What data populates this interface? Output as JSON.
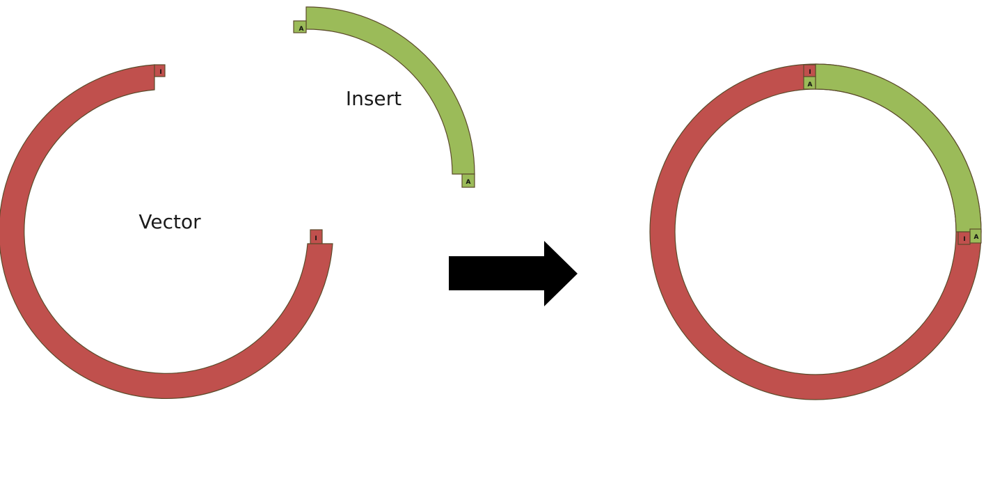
{
  "labels": {
    "vector": "Vector",
    "insert": "Insert"
  },
  "end_marks": {
    "vector_end": "I",
    "insert_end": "A"
  },
  "colors": {
    "vector": "#c0504d",
    "insert": "#9bbb59",
    "outline": "#5a4a2a",
    "arrow": "#000000",
    "background": "#ffffff"
  }
}
